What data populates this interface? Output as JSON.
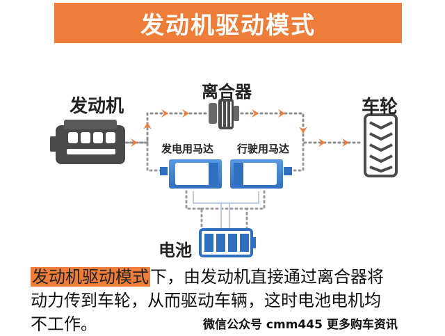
{
  "title": "发动机驱动模式",
  "labels": {
    "engine": "发动机",
    "clutch": "离合器",
    "wheel": "车轮",
    "generator_motor": "发电用马达",
    "drive_motor": "行驶用马达",
    "battery": "电池"
  },
  "caption": {
    "highlight": "发动机驱动模式",
    "line1_rest": "下，由发动机直接通过离合器将",
    "line2": "动力传到车轮，从而驱动车辆，这时电池电机均",
    "line3": "不工作。"
  },
  "watermark": "微信公众号 cmm445 更多购车资讯",
  "colors": {
    "accent": "#ee7d3a",
    "motor_blue": "#2f6fbf",
    "dotted_gray": "#9a9a9a",
    "component_dark": "#4a4a4a"
  }
}
